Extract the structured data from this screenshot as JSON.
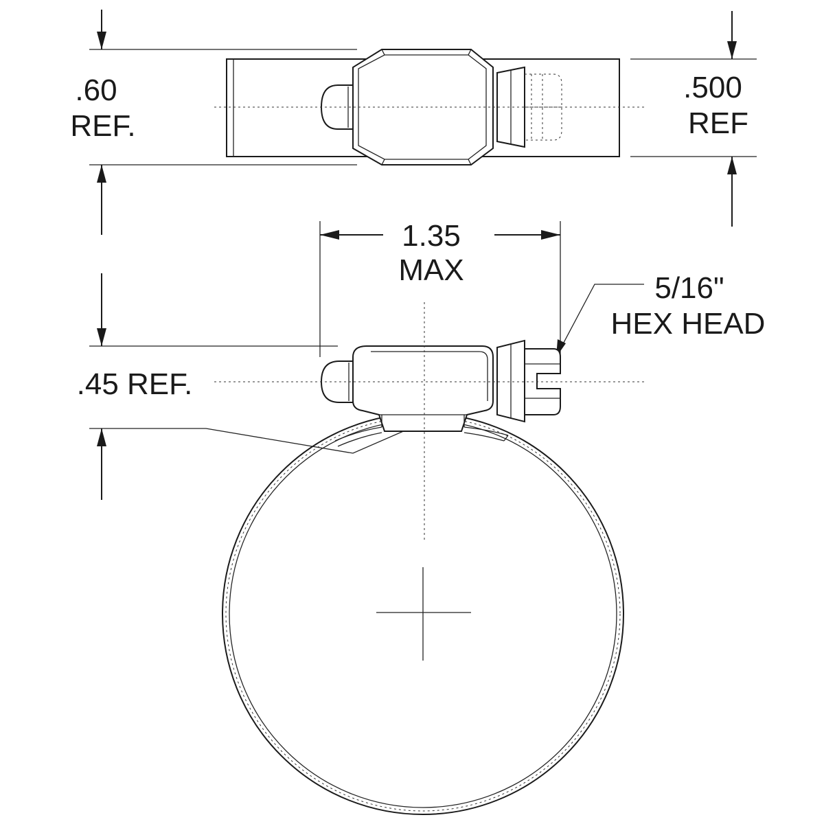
{
  "labels": {
    "band_width": [
      ".60",
      "REF."
    ],
    "housing_width": [
      ".500",
      "REF"
    ],
    "overall_length": [
      "1.35",
      "MAX"
    ],
    "screw_size": [
      "5/16\"",
      "HEX HEAD"
    ],
    "housing_height": ".45 REF."
  },
  "colors": {
    "line": "#1a1a1a",
    "background": "#ffffff"
  }
}
